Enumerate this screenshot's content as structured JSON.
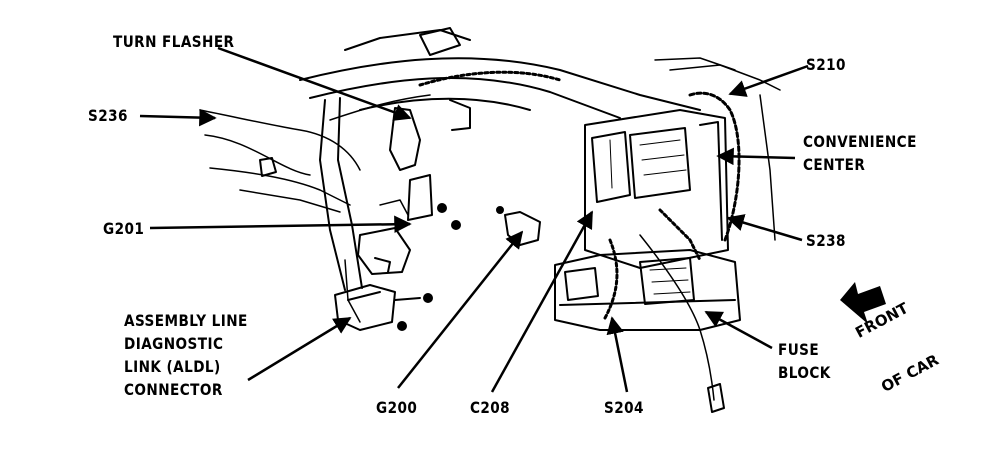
{
  "labels": {
    "turn_flasher": "TURN FLASHER",
    "s236": "S236",
    "g201": "G201",
    "aldl_line1": "ASSEMBLY LINE",
    "aldl_line2": "DIAGNOSTIC",
    "aldl_line3": "LINK (ALDL)",
    "aldl_line4": "CONNECTOR",
    "g200": "G200",
    "c208": "C208",
    "s204": "S204",
    "fuse_block_line1": "FUSE",
    "fuse_block_line2": "BLOCK",
    "s238": "S238",
    "convenience_line1": "CONVENIENCE",
    "convenience_line2": "CENTER",
    "s210": "S210",
    "front_line1": "FRONT",
    "front_line2": "OF CAR"
  },
  "colors": {
    "ink": "#000000",
    "paper": "#ffffff"
  },
  "icons": {
    "direction_arrow": "front-of-car-arrow-icon"
  }
}
